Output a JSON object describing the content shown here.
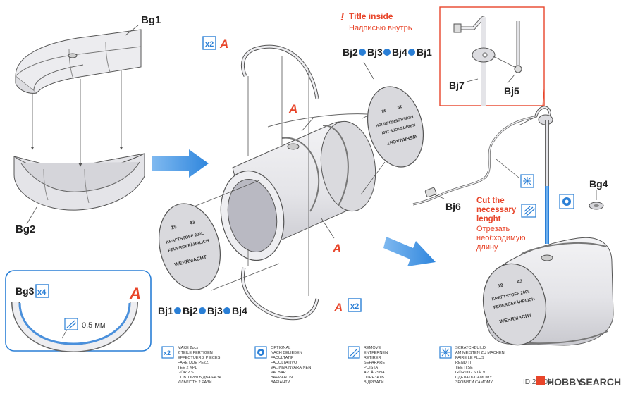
{
  "part_labels": {
    "bg1": "Bg1",
    "bg2": "Bg2",
    "bg3": "Bg3",
    "bg4": "Bg4",
    "bj1": "Bj1",
    "bj2": "Bj2",
    "bj3": "Bj3",
    "bj4": "Bj4",
    "bj5": "Bj5",
    "bj6": "Bj6",
    "bj7": "Bj7"
  },
  "callouts": {
    "a": "A",
    "x2": "x2",
    "x4": "x4",
    "title_inside_en": "Title inside",
    "title_inside_ru": "Надписью внутрь",
    "cut_en_1": "Cut the",
    "cut_en_2": "necessary",
    "cut_en_3": "lenght",
    "cut_ru_1": "Отрезать",
    "cut_ru_2": "необходимую",
    "cut_ru_3": "длину",
    "thickness": "0,5 мм"
  },
  "lid_text": {
    "num": "19",
    "year": "43",
    "l1": "KRAFTSTOFF 200L",
    "l2": "FEUERGEFÄHRLICH",
    "l3": "WEHRMACHT"
  },
  "legend": [
    {
      "icon": "x2",
      "lines": [
        "MAKE 2pcs",
        "2 TEILE FERTIGEN",
        "EFFECTUER 2 PIECES",
        "FARE DUE PEZZI",
        "TEE 2 KPL",
        "GÖR 2 ST",
        "ПОВТОРИТЬ ДВА РАЗА",
        "КІЛЬКІСТЬ 2 РАЗИ"
      ]
    },
    {
      "icon": "optional",
      "lines": [
        "OPTIONAL",
        "NACH BELIEBEN",
        "FACULTATIF",
        "FACOLTATIVO",
        "VALINNAINVARAINEN",
        "VALBAR",
        "ВАРИАНТЫ",
        "ВАРІАНТИ"
      ]
    },
    {
      "icon": "remove",
      "lines": [
        "REMOVE",
        "ENTFERNEN",
        "RETIRER",
        "SEPARARE",
        "POISTA",
        "AVLÄGSNA",
        "ОТРЕЗАТЬ",
        "ВІДРІЗАТИ"
      ]
    },
    {
      "icon": "scratch",
      "lines": [
        "SCRATCHBUILD",
        "AM MEISTEN ZU MACHEN",
        "FAIRE LE PLUS",
        "RENDITI",
        "TEE ITSE",
        "GÖR DIG SJÄLV",
        "СДЕЛАТЬ САМОМУ",
        "ЗРОБИТИ САМОМУ"
      ]
    }
  ],
  "watermark": {
    "id": "ID:22106",
    "brand_a": "HOBBY",
    "brand_b": "SEARCH"
  },
  "colors": {
    "accent_red": "#e8452a",
    "accent_blue": "#2a7fd6",
    "arrow_blue": "#3b8ee0",
    "part_fill": "#e9e9ec",
    "part_stroke": "#555555"
  }
}
